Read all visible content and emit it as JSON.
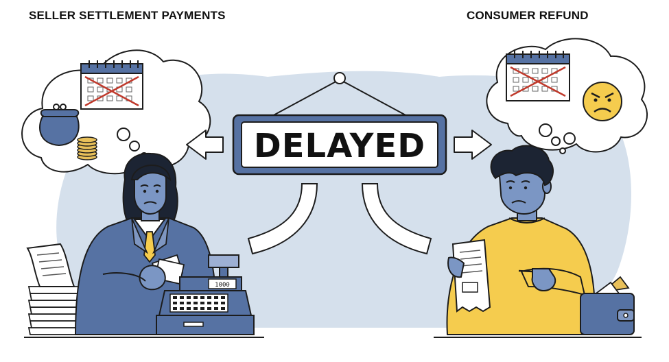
{
  "headings": {
    "left": "SELLER SETTLEMENT PAYMENTS",
    "right": "CONSUMER REFUND"
  },
  "sign": {
    "text": "DELAYED"
  },
  "register": {
    "display": "1000"
  },
  "colors": {
    "background_blob": "#d5e0ec",
    "navy": "#5672a3",
    "yellow": "#f5cc4e",
    "outline": "#1c1c1c",
    "cross_red": "#c0392b"
  },
  "icons": [
    "seller-thought-bubble",
    "purse-icon",
    "coin-stack-icon",
    "crossed-calendar-icon",
    "delayed-sign",
    "left-arrow-icon",
    "right-arrow-icon",
    "seller-woman",
    "cash-register-icon",
    "paper-stack-icon",
    "consumer-man",
    "receipt-icon",
    "wallet-icon",
    "angry-face-icon"
  ]
}
